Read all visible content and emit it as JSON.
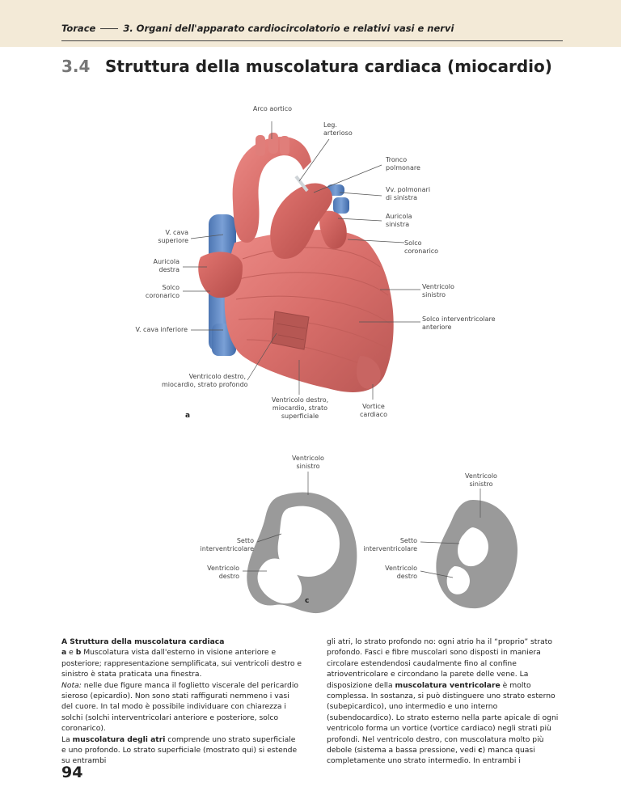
{
  "header": {
    "chapter": "Torace",
    "section": "3. Organi dell'apparato cardiocircolatorio e relativi vasi e nervi"
  },
  "section": {
    "number": "3.4",
    "title": "Struttura della muscolatura cardiaca (miocardio)"
  },
  "figure_a": {
    "letter": "a",
    "labels": {
      "arco_aortico": "Arco aortico",
      "leg_arterioso_1": "Leg.",
      "leg_arterioso_2": "arterioso",
      "tronco_1": "Tronco",
      "tronco_2": "polmonare",
      "vv_polm_1": "Vv. polmonari",
      "vv_polm_2": "di sinistra",
      "auricola_sx_1": "Auricola",
      "auricola_sx_2": "sinistra",
      "vcava_sup_1": "V. cava",
      "vcava_sup_2": "superiore",
      "solco_cor_r_1": "Solco",
      "solco_cor_r_2": "coronarico",
      "auricola_dx_1": "Auricola",
      "auricola_dx_2": "destra",
      "solco_cor_l_1": "Solco",
      "solco_cor_l_2": "coronarico",
      "ventr_sx_1": "Ventricolo",
      "ventr_sx_2": "sinistro",
      "solco_iv_1": "Solco interventricolare",
      "solco_iv_2": "anteriore",
      "vcava_inf": "V. cava inferiore",
      "ventr_dx_prof_1": "Ventricolo destro,",
      "ventr_dx_prof_2": "miocardio, strato profondo",
      "ventr_dx_sup_1": "Ventricolo destro,",
      "ventr_dx_sup_2": "miocardio, strato",
      "ventr_dx_sup_3": "superficiale",
      "vortice_1": "Vortice",
      "vortice_2": "cardiaco"
    }
  },
  "figure_c": {
    "letter": "c",
    "labels": {
      "left_vs_1": "Ventricolo",
      "left_vs_2": "sinistro",
      "left_setto_1": "Setto",
      "left_setto_2": "interventricolare",
      "left_vd_1": "Ventricolo",
      "left_vd_2": "destro",
      "right_vs_1": "Ventricolo",
      "right_vs_2": "sinistro",
      "right_setto_1": "Setto",
      "right_setto_2": "interventricolare",
      "right_vd_1": "Ventricolo",
      "right_vd_2": "destro"
    }
  },
  "caption": {
    "title": "A  Struttura della muscolatura cardiaca",
    "ab_lead": "a",
    "ab_e": " e ",
    "ab_b": "b",
    "ab_text": "  Muscolatura vista dall'esterno in visione anteriore e posteriore; rappresentazione semplificata, sui ventricoli destro e sinistro è stata praticata una finestra.",
    "nota_label": "Nota:",
    "nota_text": " nelle due figure manca il foglietto viscerale del pericardio sieroso (epicardio). Non sono stati raffigurati nemmeno i vasi del cuore. In tal modo è possibile individuare con chiarezza i solchi (solchi interventricolari anteriore e posteriore, solco coronarico).",
    "atri_pre": "La ",
    "atri_bold": "muscolatura degli atri",
    "atri_text": " comprende uno strato superficiale e uno profondo. Lo strato superficiale (mostrato qui) si estende su entrambi"
  },
  "right_column": {
    "part1": "gli atri, lo strato profondo no: ogni atrio ha il “proprio” strato profondo. Fasci e fibre muscolari sono disposti in maniera circolare estendendosi caudalmente fino al confine atrioventricolare e circondano la parete delle vene. La disposizione della ",
    "bold": "muscolatura ventricolare",
    "part2": " è molto complessa. In sostanza, si può distinguere uno strato esterno (subepicardico), uno intermedio e uno interno (subendocardico). Lo strato esterno nella parte apicale di ogni ventricolo forma un vortice (vortice cardiaco) negli strati più profondi. Nel ventricolo destro, con muscolatura molto più debole (sistema a bassa pressione, vedi ",
    "ref": "c",
    "part3": ") manca quasi completamente uno strato intermedio. In entrambi i"
  },
  "page_number": "94"
}
